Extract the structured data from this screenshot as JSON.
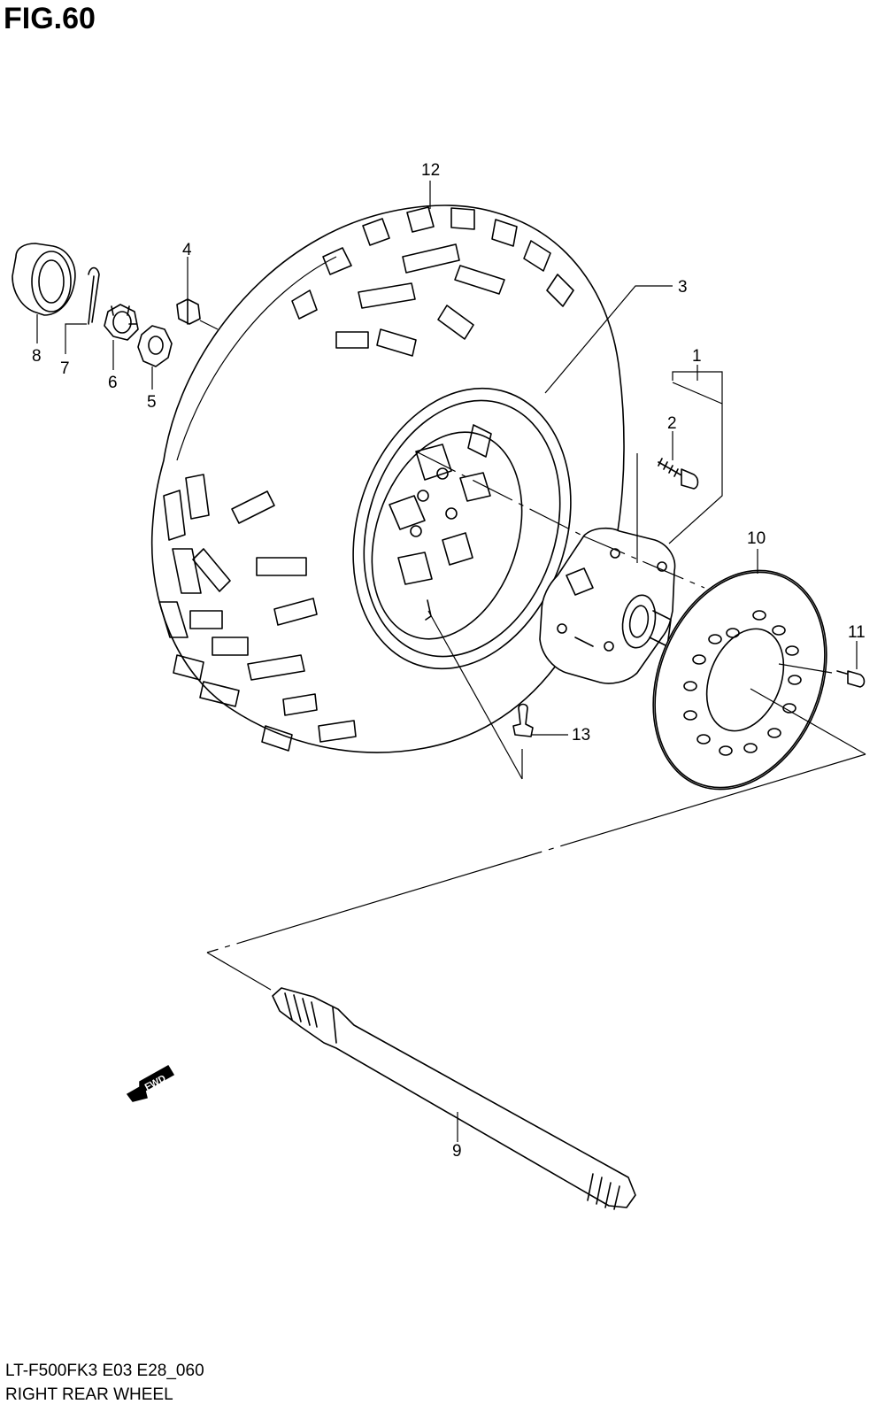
{
  "header": {
    "figure_label": "FIG.60"
  },
  "footer": {
    "model_code": "LT-F500FK3 E03 E28_060",
    "section_name": "RIGHT REAR WHEEL"
  },
  "callouts": [
    "1",
    "2",
    "3",
    "4",
    "5",
    "6",
    "7",
    "8",
    "9",
    "10",
    "11",
    "12",
    "13"
  ],
  "direction_arrow": {
    "label": "FWD",
    "icon": "forward-arrow-icon"
  }
}
